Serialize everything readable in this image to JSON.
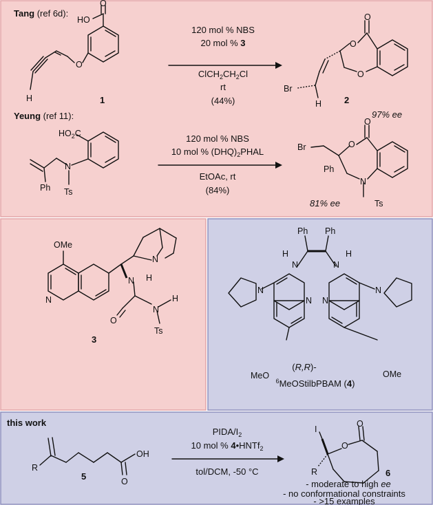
{
  "colors": {
    "pink_panel": "#f6d0cf",
    "pink_border": "#e3a5a8",
    "blue_panel": "#cfd0e6",
    "blue_border": "#8d8fbd",
    "ink": "#111111"
  },
  "tang": {
    "author": "Tang",
    "ref": " (ref 6d):",
    "cond1_a": "120 mol % NBS",
    "cond2_a": "20 mol % ",
    "cond2_b": "3",
    "cond3_a": "ClCH",
    "cond3_s1": "2",
    "cond3_b": "CH",
    "cond3_s2": "2",
    "cond3_c": "Cl",
    "cond4": "rt",
    "yield": "(44%)",
    "start_num": "1",
    "product_num": "2",
    "ee": "97% ee"
  },
  "yeung": {
    "author": "Yeung",
    "ref": " (ref 11):",
    "cond1": "120 mol % NBS",
    "cond2_a": "10 mol % (DHQ)",
    "cond2_s": "2",
    "cond2_b": "PHAL",
    "cond3": "EtOAc, rt",
    "yield": "(84%)",
    "ee": "81% ee"
  },
  "catalyst3": {
    "num": "3"
  },
  "catalyst4": {
    "name_a": "(",
    "name_b": "R,R",
    "name_c": ")-",
    "name2_sup": "6",
    "name2_a": "MeOStilbPBAM (",
    "name2_b": "4",
    "name2_c": ")"
  },
  "this_work": {
    "title": "this work",
    "cond1_a": "PIDA/I",
    "cond1_s": "2",
    "cond2_a": "10 mol % ",
    "cond2_b": "4",
    "cond2_c": "•HNTf",
    "cond2_s": "2",
    "cond3": "tol/DCM, -50 °C",
    "start_num": "5",
    "product_num": "6",
    "bullet1_a": "- moderate to high ",
    "bullet1_b": "ee",
    "bullet2": "- no conformational constraints",
    "bullet3": "- >15 examples"
  },
  "atoms": {
    "HO": "HO",
    "O": "O",
    "H": "H",
    "Br": "Br",
    "HO2C_a": "HO",
    "HO2C_s": "2",
    "HO2C_b": "C",
    "N": "N",
    "Ts": "Ts",
    "Ph": "Ph",
    "OMe": "OMe",
    "MeO": "MeO",
    "R": "R",
    "OH": "OH",
    "I": "I"
  }
}
